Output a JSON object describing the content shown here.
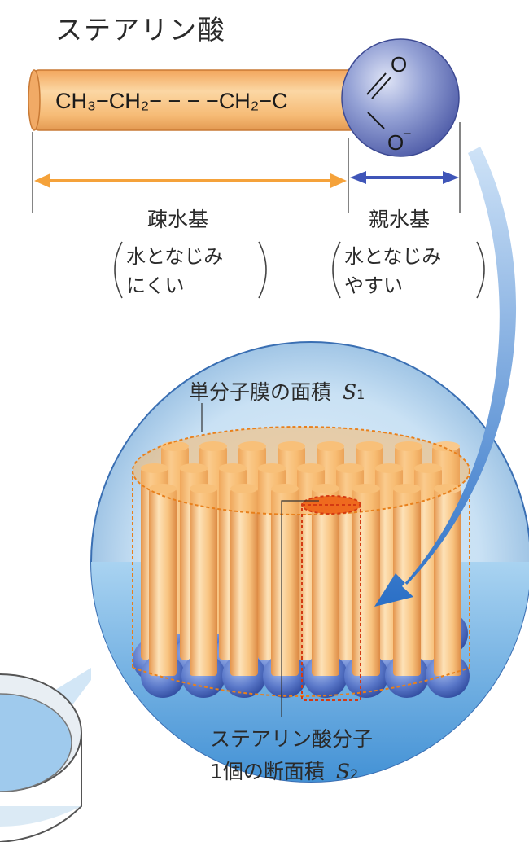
{
  "title": "ステアリン酸",
  "molecule": {
    "chain_formula": "CH₃−CH₂− − − −CH₂−C",
    "head_O_top": "O",
    "head_O_bottom": "O",
    "head_charge": "−"
  },
  "hydrophobic": {
    "label": "疎水基",
    "desc_line1": "水となじみ",
    "desc_line2": "にくい"
  },
  "hydrophilic": {
    "label": "親水基",
    "desc_line1": "水となじみ",
    "desc_line2": "やすい"
  },
  "monolayer": {
    "area_label": "単分子膜の面積",
    "area_symbol": "S",
    "area_subscript": "1"
  },
  "molecule_area": {
    "line1": "ステアリン酸分子",
    "line2_prefix": "1個の断面積",
    "symbol": "S",
    "subscript": "2"
  },
  "colors": {
    "hydrophobic_arrow": "#f5a23a",
    "hydrophilic_arrow": "#3f55b8",
    "rod": "#f8c27e",
    "head": "#7f8fc8",
    "water": "#8ec2ea",
    "dashed": "#e8801c"
  }
}
